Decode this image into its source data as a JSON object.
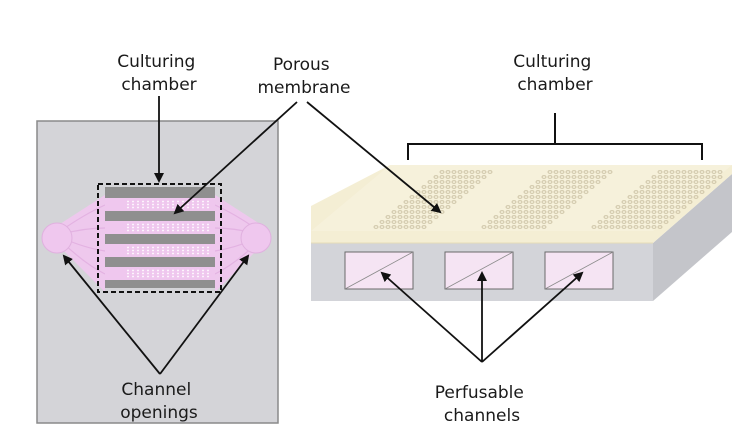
{
  "labels": {
    "culturing_chamber_left": [
      "Culturing",
      "chamber"
    ],
    "porous_membrane": [
      "Porous",
      "membrane"
    ],
    "culturing_chamber_right": [
      "Culturing",
      "chamber"
    ],
    "channel_openings": [
      "Channel",
      "openings"
    ],
    "perfusable_channels": [
      "Perfusable",
      "channels"
    ]
  },
  "colors": {
    "chip_gray": "#d4d4d8",
    "chip_border": "#8a8a8a",
    "pink": "#efc7ee",
    "strip_gray": "#8f8f8f",
    "membrane_top": "#f3edd2",
    "block_front": "#d3d4d9",
    "block_side": "#c4c5ca",
    "channel_fill": "#f5e4f3"
  }
}
